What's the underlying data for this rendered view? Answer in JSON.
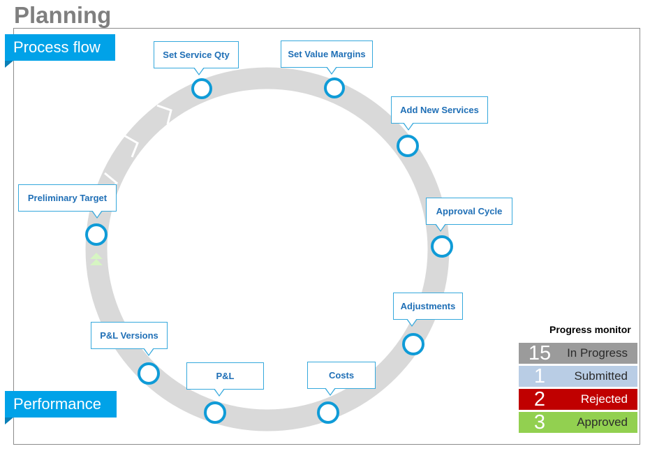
{
  "page": {
    "title": "Planning"
  },
  "tabs": {
    "process_flow": "Process flow",
    "performance": "Performance"
  },
  "steps": [
    {
      "label": "Set Service Qty"
    },
    {
      "label": "Set Value Margins"
    },
    {
      "label": "Add New Services"
    },
    {
      "label": "Approval Cycle"
    },
    {
      "label": "Adjustments"
    },
    {
      "label": "Costs"
    },
    {
      "label": "P&L"
    },
    {
      "label": "P&L Versions"
    },
    {
      "label": "Preliminary Target"
    }
  ],
  "progress_monitor": {
    "title": "Progress monitor",
    "rows": [
      {
        "count": "15",
        "label": "In Progress",
        "color": "#9b9b9b",
        "text_color": "#2b2b2b"
      },
      {
        "count": "1",
        "label": "Submitted",
        "color": "#b9cde5",
        "text_color": "#2b2b2b"
      },
      {
        "count": "2",
        "label": "Rejected",
        "color": "#c00000",
        "text_color": "#ffffff"
      },
      {
        "count": "3",
        "label": "Approved",
        "color": "#92d050",
        "text_color": "#2b2b2b"
      }
    ]
  },
  "colors": {
    "accent": "#00a2e8",
    "ring": "#d9d9d9",
    "node_stroke": "#0f9bd7",
    "callout_text": "#1f6fb6",
    "start_marker": "#d6f5c2"
  }
}
